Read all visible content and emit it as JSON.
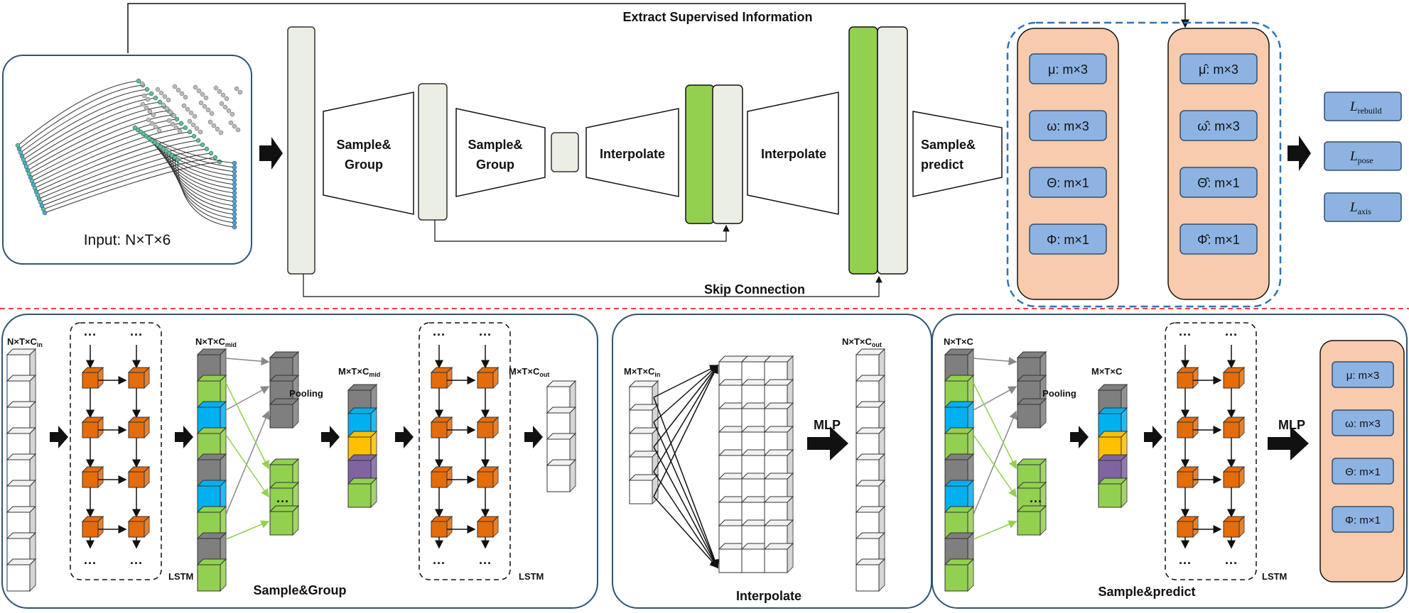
{
  "top": {
    "extract_label": "Extract Supervised Information",
    "input_label": "Input: N×T×6",
    "skip_label": "Skip Connection",
    "stages": {
      "sg1": "Sample&\nGroup",
      "sg2": "Sample&\nGroup",
      "interp1": "Interpolate",
      "interp2": "Interpolate",
      "sp": "Sample&\npredict"
    },
    "pred_params": [
      "μ: m×3",
      "ω: m×3",
      "Θ: m×1",
      "Φ: m×1"
    ],
    "gt_params": [
      "μ̂: m×3",
      "ω̂: m×3",
      "Θ̂: m×1",
      "Φ̂: m×1"
    ],
    "losses": [
      {
        "symbol": "L",
        "sub": "rebuild"
      },
      {
        "symbol": "L",
        "sub": "pose"
      },
      {
        "symbol": "L",
        "sub": "axis"
      }
    ]
  },
  "bottom": {
    "sample_group": {
      "title": "Sample&Group",
      "in_label": "N×T×C",
      "in_sub": "in",
      "mid_label": "N×T×C",
      "mid_sub": "mid",
      "pool_out_label": "M×T×C",
      "pool_out_sub": "mid",
      "out_label": "M×T×C",
      "out_sub": "out",
      "pooling": "Pooling",
      "lstm": "LSTM",
      "ellipsis": "···",
      "dots": "···"
    },
    "interpolate": {
      "title": "Interpolate",
      "in_label": "M×T×C",
      "in_sub": "in",
      "out_label": "N×T×C",
      "out_sub": "out",
      "mlp": "MLP"
    },
    "sample_predict": {
      "title": "Sample&predict",
      "in_label": "N×T×C",
      "pool_out_label": "M×T×C",
      "pooling": "Pooling",
      "lstm": "LSTM",
      "mlp": "MLP",
      "params": [
        "μ: m×3",
        "ω: m×3",
        "Θ: m×1",
        "Φ: m×1"
      ]
    }
  },
  "colors": {
    "panel_border": "#2e5473",
    "param_fill": "#8db3e2",
    "param_panel": "#f8cbad",
    "green": "#92d050",
    "orange": "#e46c0a",
    "gray": "#7f7f7f",
    "blue": "#00b0f0",
    "yellow": "#ffc000",
    "purple": "#8064a2",
    "layer_fill": "#ebeee2",
    "dash_blue": "#2e75b6",
    "dash_red": "#ff0000"
  }
}
